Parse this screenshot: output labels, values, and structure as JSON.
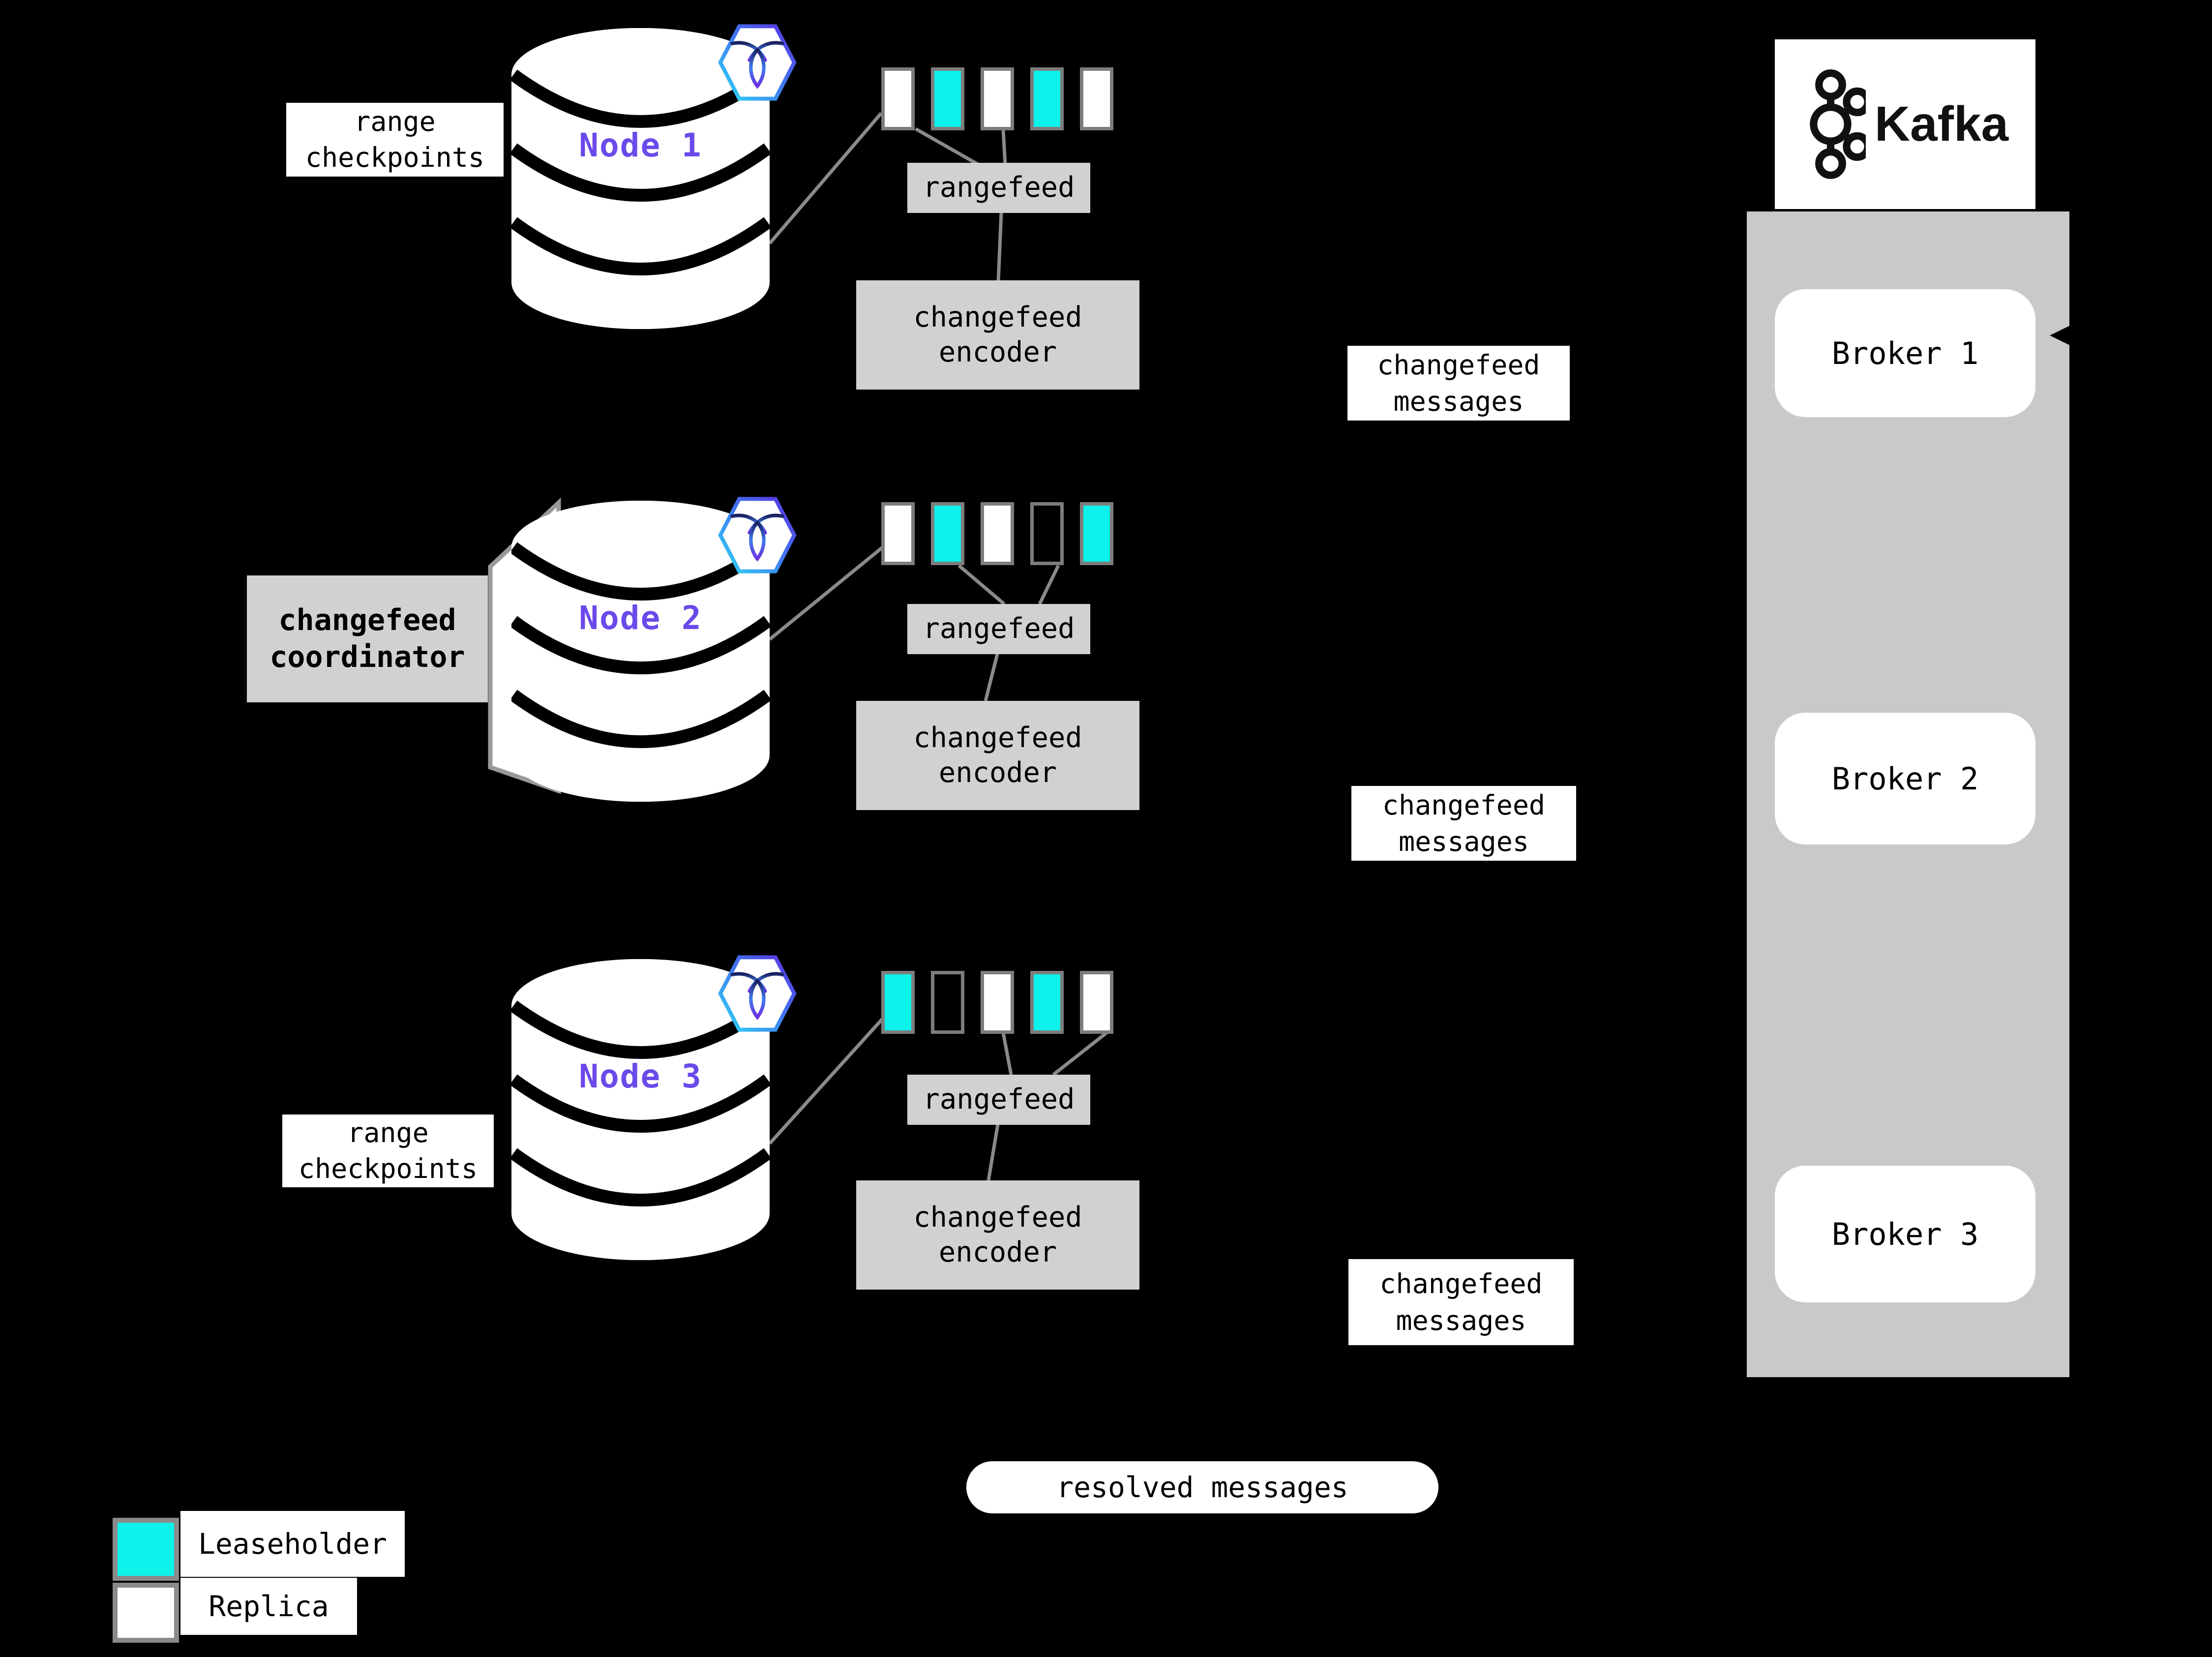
{
  "labels": {
    "rangefeed": "rangefeed",
    "encoder": [
      "changefeed",
      "encoder"
    ],
    "messages": [
      "changefeed",
      "messages"
    ],
    "coordinator": [
      "changefeed",
      "coordinator"
    ],
    "checkpoints": [
      "range",
      "checkpoints"
    ]
  },
  "nodes": [
    {
      "name": "Node 1",
      "ranges": [
        "replica",
        "leaseholder",
        "replica",
        "leaseholder",
        "replica"
      ]
    },
    {
      "name": "Node 2",
      "ranges": [
        "replica",
        "leaseholder",
        "replica",
        "empty",
        "leaseholder"
      ]
    },
    {
      "name": "Node 3",
      "ranges": [
        "leaseholder",
        "empty",
        "replica",
        "leaseholder",
        "replica"
      ]
    }
  ],
  "kafka": {
    "brand": "Kafka",
    "brokers": [
      {
        "label": "Broker 1"
      },
      {
        "label": "Broker 2"
      },
      {
        "label": "Broker 3"
      }
    ]
  },
  "resolved_pill": {
    "label": "resolved messages"
  },
  "legend": {
    "leaseholder_label": "Leaseholder",
    "replica_label": "Replica"
  },
  "colors": {
    "background": "#000000",
    "leaseholder": "#0df2ea",
    "replica": "#ffffff",
    "empty_range": "#000000",
    "node_label_purple": "#6b4aea",
    "kafka_panel_gray": "#c9c9c9",
    "process_box_gray": "#d1d1d1",
    "connector_gray": "#8a8a8a",
    "hexagon_gradient": [
      "#35d6f2",
      "#5b2ee0"
    ]
  }
}
